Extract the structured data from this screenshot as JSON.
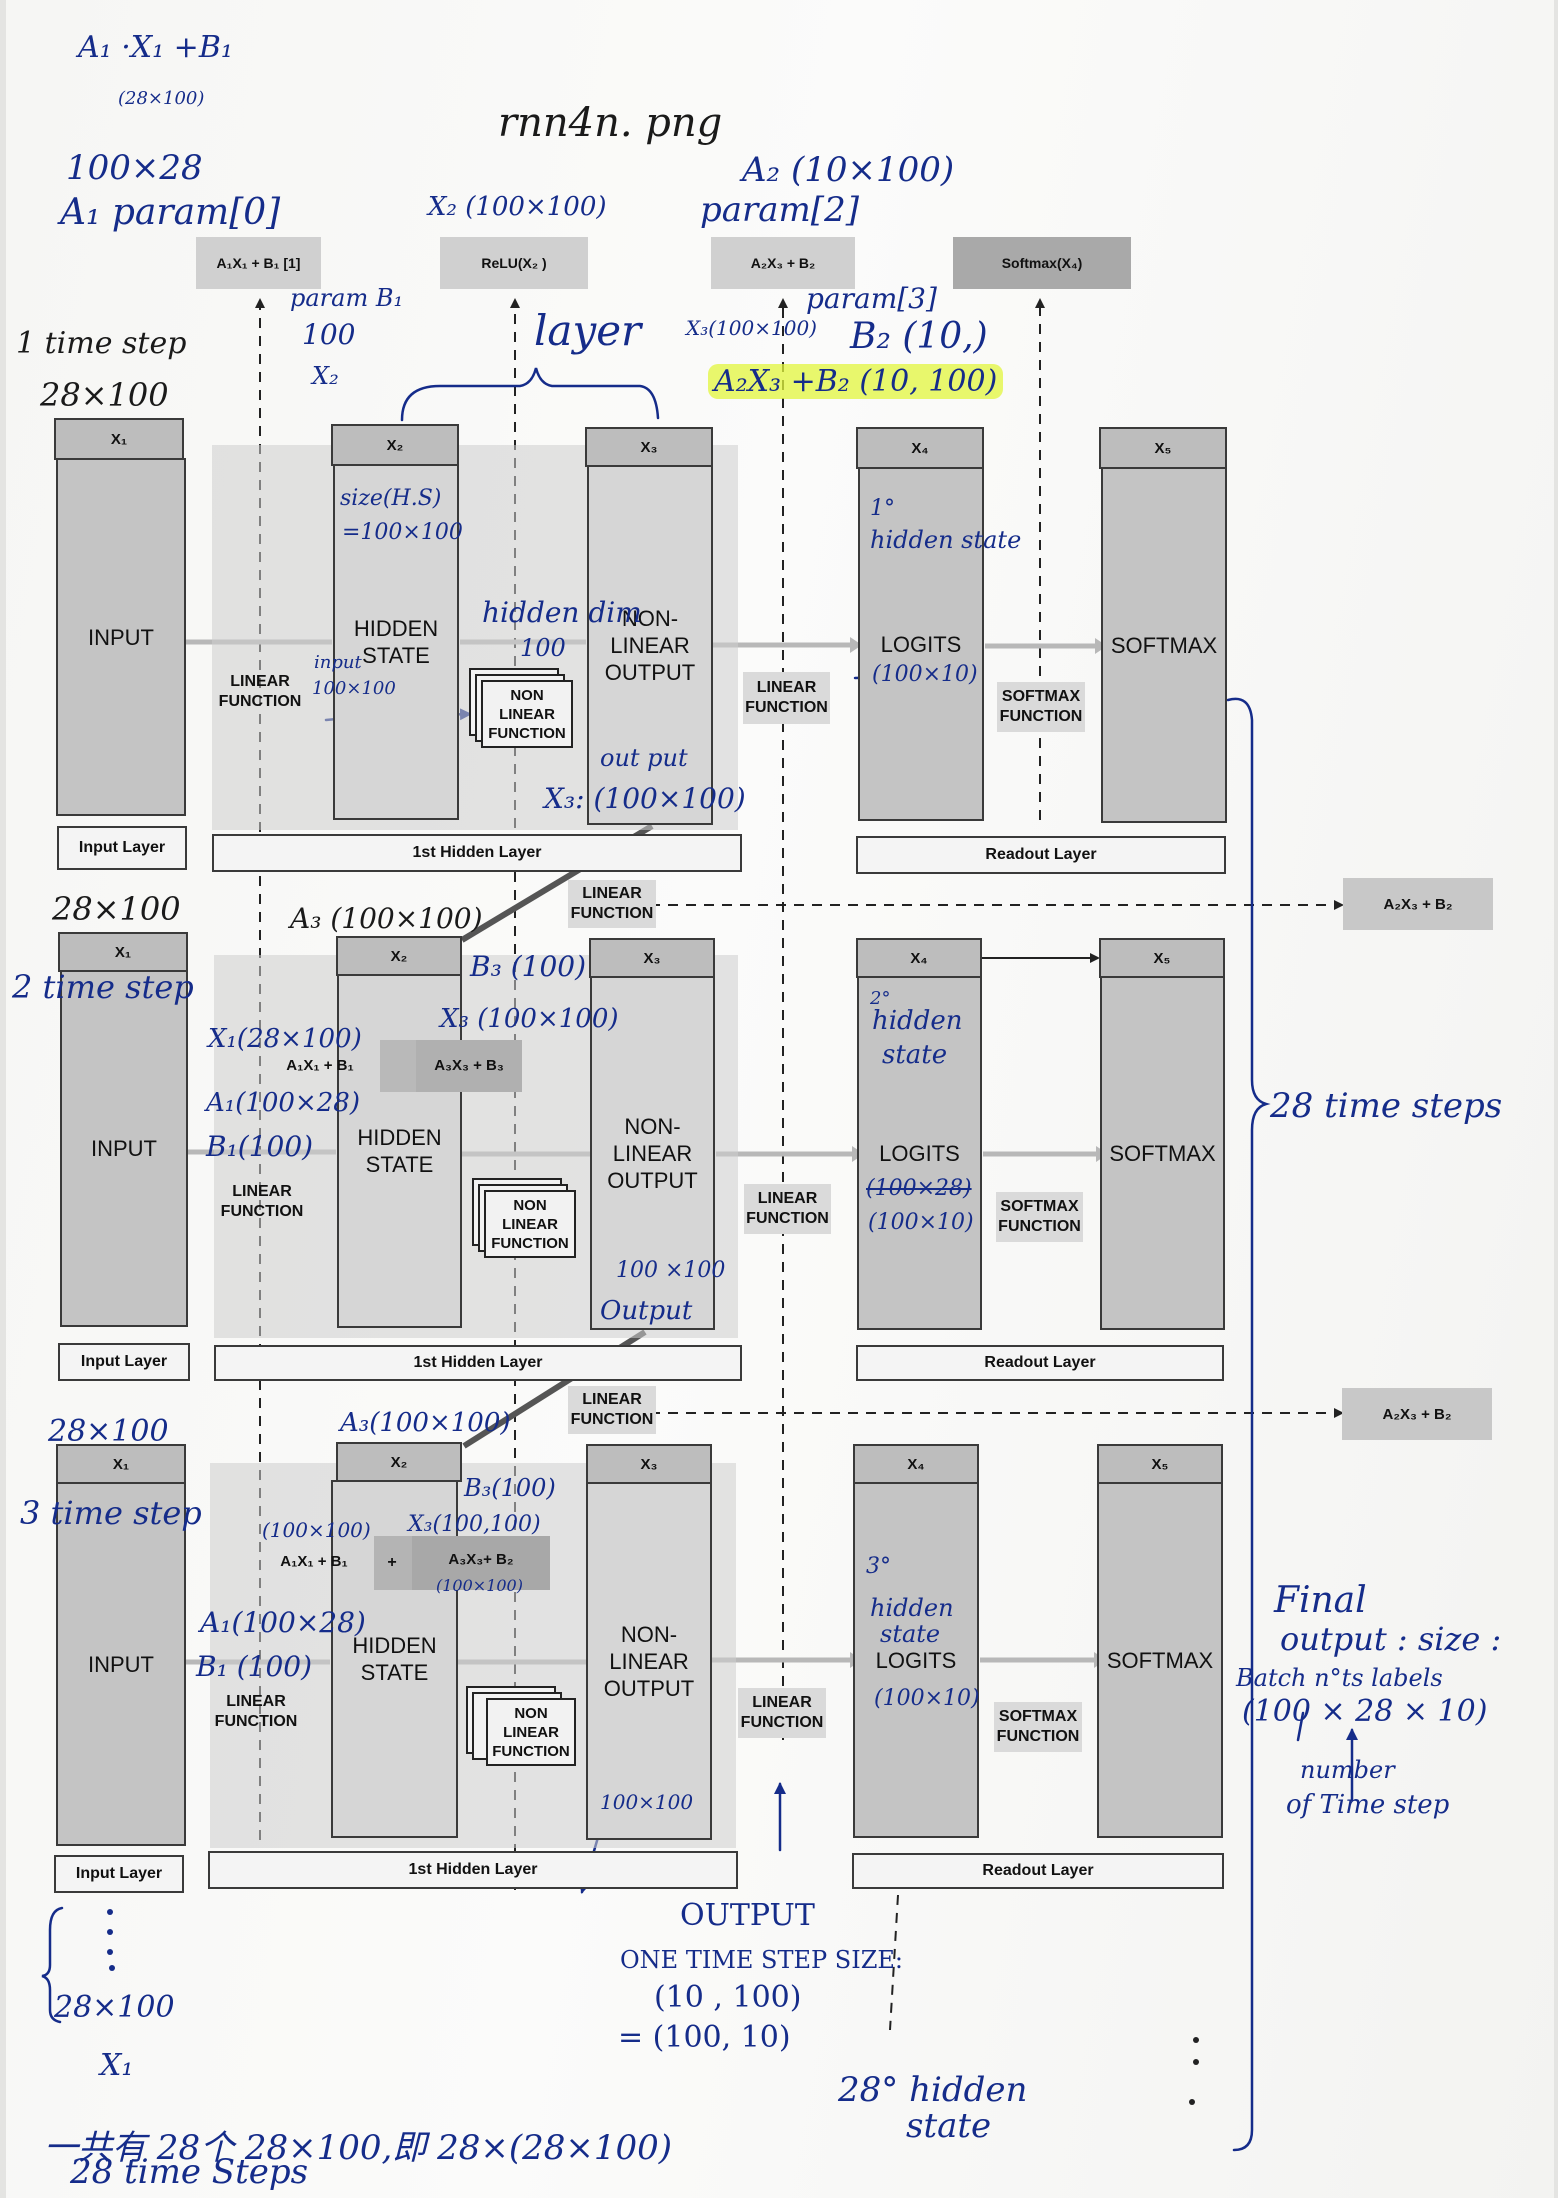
{
  "top_functions": {
    "f1": "A₁X₁ + B₁ [1]",
    "f2": "ReLU(X₂ )",
    "f3": "A₂X₃ + B₂",
    "f4": "Softmax(X₄)"
  },
  "columns": {
    "x1": "X₁",
    "x2": "X₂",
    "x3": "X₃",
    "x4": "X₄",
    "x5": "X₅",
    "input": "INPUT",
    "hidden": "HIDDEN\nSTATE",
    "nonlinear_output": "NON-\nLINEAR\nOUTPUT",
    "logits": "LOGITS",
    "softmax": "SOFTMAX"
  },
  "functions": {
    "linear": "LINEAR\nFUNCTION",
    "softmax": "SOFTMAX\nFUNCTION",
    "nonlinear": "NON\nLINEAR\nFUNCTION",
    "a1x1_b1": "A₁X₁ + B₁",
    "plus": "+",
    "a3x3_b3": "A₃X₃ + B₃",
    "a3x3_b2": "A₃X₃+ B₂"
  },
  "layers": {
    "input": "Input Layer",
    "hidden": "1st Hidden Layer",
    "readout": "Readout Layer"
  },
  "side_outputs": {
    "first": "A₂X₃ + B₂",
    "second": "A₂X₃ + B₂"
  },
  "notes": {
    "eq_top": "A₁ ·X₁ +B₁",
    "eq_top_size": "(28×100)",
    "size_100x28": "100×28",
    "a1_param": "A₁ param[0]",
    "x2_size": "X₂ (100×100)",
    "title": "rnn4n. png",
    "a2_size": "A₂ (10×100)",
    "a2_param": "param[2]",
    "param_b1": "param B₁",
    "b1_size": "100",
    "b1_x2": "X₂",
    "layer": "layer",
    "x3_size": "X₃(100×100)",
    "param3": "param[3]",
    "b2_size": "B₂ (10,)",
    "a2x3_b2": "A₂X₃ +B₂ (10, 100)",
    "step1": "1 time step",
    "step1_size": "28×100",
    "size_hs": "size(H.S)",
    "size_hs_val": "=100×100",
    "hidden_dim": "hidden dim",
    "hidden_dim_val": "100",
    "input_label": "input",
    "input_size": "100×100",
    "first_hidden": "1°",
    "first_hidden_state": "hidden state",
    "logits_size1": "(100×10)",
    "output_label": "out put",
    "output_size": "X₃: (100×100)",
    "step2_size": "28×100",
    "a3_size": "A₃ (100×100)",
    "step2": "2 time step",
    "b3_size": "B₃ (100)",
    "x3_size2": "X₃ (100×100)",
    "x1_size": "X₁(28×100)",
    "a1_size": "A₁(100×28)",
    "b1_size2": "B₁(100)",
    "second_hidden": "2°",
    "second_hidden_l1": "hidden",
    "second_hidden_l2": "state",
    "struck": "(100×28)",
    "logits_size2": "(100×10)",
    "size_100x100": "100 ×100",
    "output2": "Output",
    "steps28": "28 time steps",
    "step3_size": "28×100",
    "a3_size2": "A₃(100×100)",
    "step3": "3 time step",
    "b3_size2": "B₃(100)",
    "x3_size3": "X₃(100,100)",
    "n1": "(100×100)",
    "a1_size2": "A₁(100×28)",
    "b1_size3": "B₁ (100)",
    "n100x100": "(100×100)",
    "third_hidden": "3°",
    "third_hidden_l1": "hidden",
    "third_hidden_l2": "state",
    "logits_size3": "(100×10)",
    "bottom_size": "100×100",
    "final": "Final",
    "output_size_lbl": "output : size :",
    "batch": "Batch  n°ts  labels",
    "final_size": "(100 × 28 × 10)",
    "number": "number",
    "of_time_step": "of Time step",
    "output_caps": "OUTPUT",
    "one_time_step": "ONE TIME STEP SIZE:",
    "size_10_100": "(10 , 100)",
    "size_100_10": "= (100, 10)",
    "step_bottom": "28×100",
    "x1_bottom": "X₁",
    "hidden28": "28° hidden",
    "hidden28_state": "state",
    "total": "一共有 28个 28×100,即 28×(28×100)",
    "total2": "28 time Steps"
  },
  "colors": {
    "ink": "#152c8a",
    "highlight": "#e2f53c",
    "column_fill": "#c4c4c4",
    "panel_fill": "#cdcdcd"
  }
}
